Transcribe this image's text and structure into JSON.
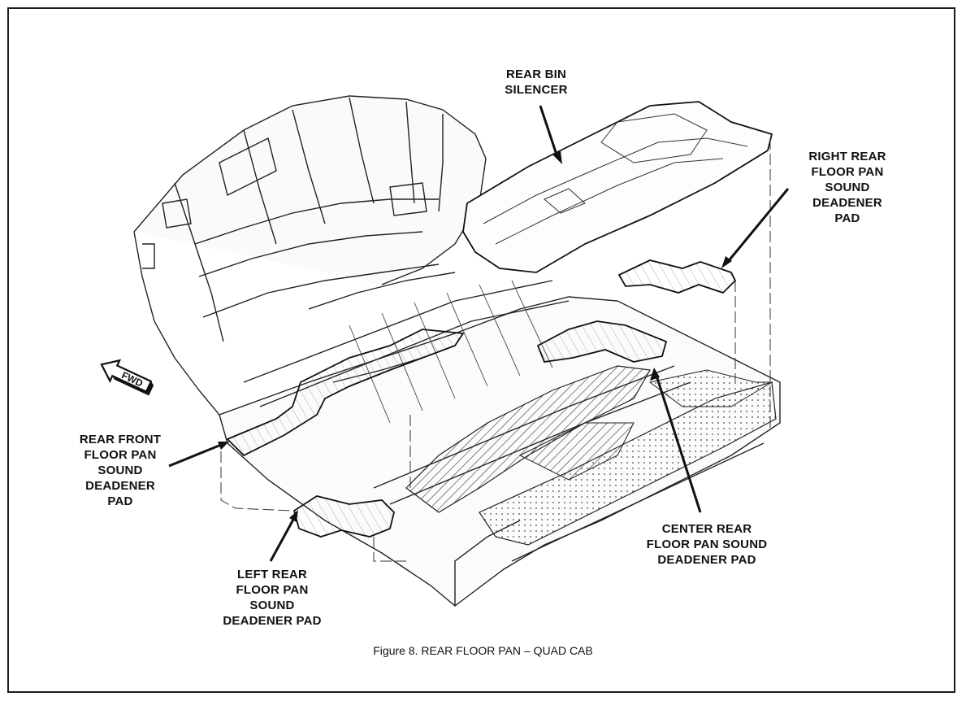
{
  "diagram": {
    "callouts": {
      "rear_bin_silencer": "REAR BIN\nSILENCER",
      "right_rear_pad": "RIGHT REAR\nFLOOR PAN\nSOUND\nDEADENER\nPAD",
      "rear_front_pad": "REAR FRONT\nFLOOR PAN\nSOUND\nDEADENER\nPAD",
      "center_rear_pad": "CENTER REAR\nFLOOR PAN SOUND\nDEADENER PAD",
      "left_rear_pad": "LEFT REAR\nFLOOR PAN\nSOUND\nDEADENER PAD"
    },
    "direction_arrow": {
      "label": "FWD",
      "icon": "forward-arrow-icon"
    },
    "caption": "Figure 8.  REAR FLOOR PAN – QUAD CAB"
  }
}
